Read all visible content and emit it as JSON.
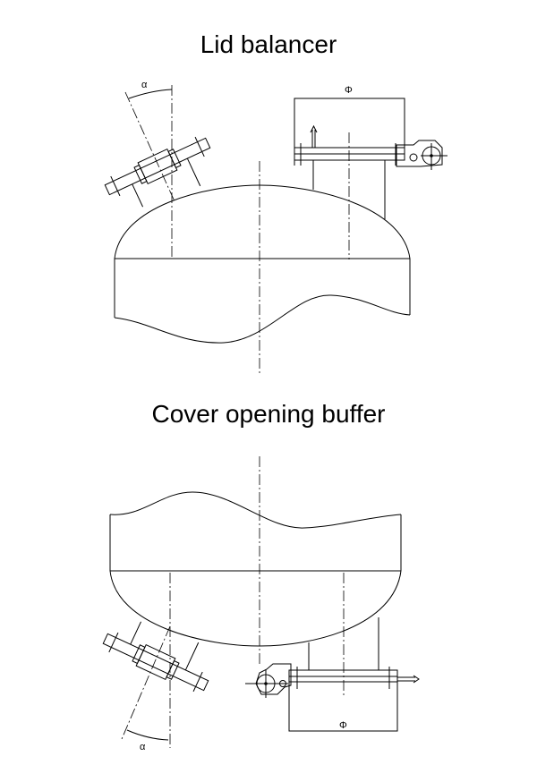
{
  "diagrams": [
    {
      "title": "Lid balancer",
      "angle_label": "α",
      "diameter_label": "Φ"
    },
    {
      "title": "Cover opening buffer",
      "angle_label": "α",
      "diameter_label": "Φ"
    }
  ]
}
